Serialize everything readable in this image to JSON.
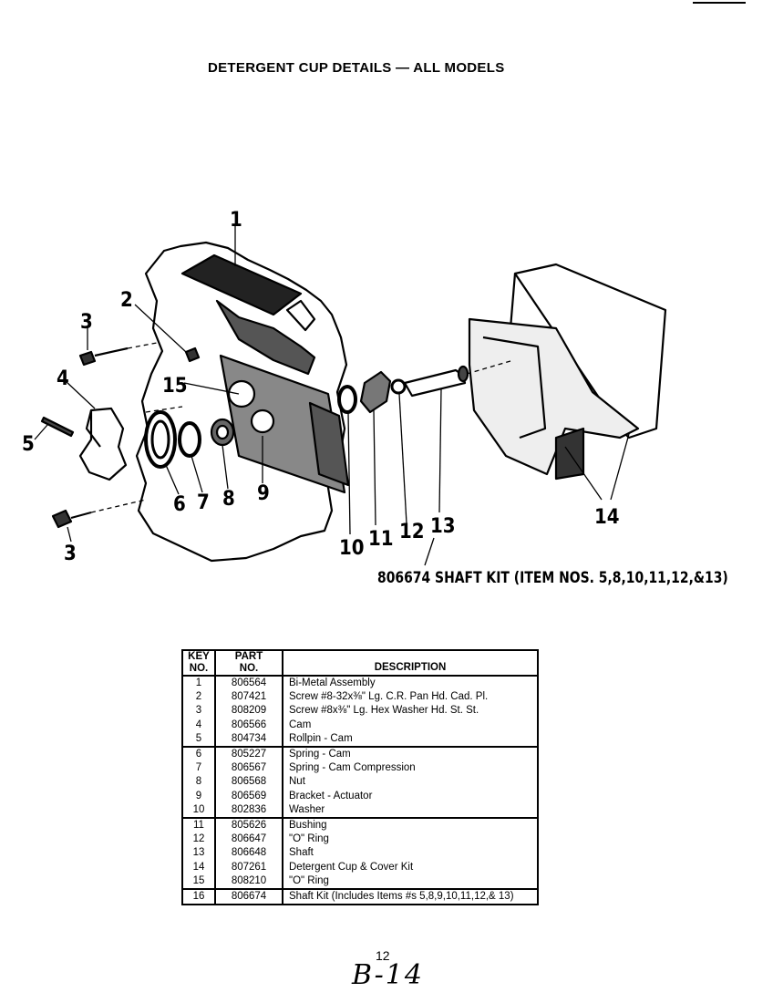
{
  "title": "DETERGENT CUP DETAILS — ALL MODELS",
  "callouts": [
    "1",
    "2",
    "3",
    "4",
    "5",
    "15",
    "6",
    "7",
    "8",
    "9",
    "10",
    "11",
    "12",
    "13",
    "14",
    "3"
  ],
  "kit_label": "806674 SHAFT KIT (ITEM NOS. 5,8,10,11,12,&13)",
  "table": {
    "headers": {
      "key_line1": "KEY",
      "key_line2": "NO.",
      "part_line1": "PART",
      "part_line2": "NO.",
      "description": "DESCRIPTION"
    },
    "rows": [
      {
        "key": "1",
        "part": "806564",
        "desc": "Bi-Metal Assembly"
      },
      {
        "key": "2",
        "part": "807421",
        "desc": "Screw #8-32x⅜\" Lg. C.R. Pan Hd. Cad. Pl."
      },
      {
        "key": "3",
        "part": "808209",
        "desc": "Screw #8x⅜\" Lg. Hex Washer Hd. St. St."
      },
      {
        "key": "4",
        "part": "806566",
        "desc": "Cam"
      },
      {
        "key": "5",
        "part": "804734",
        "desc": "Rollpin - Cam"
      },
      {
        "key": "6",
        "part": "805227",
        "desc": "Spring - Cam"
      },
      {
        "key": "7",
        "part": "806567",
        "desc": "Spring - Cam Compression"
      },
      {
        "key": "8",
        "part": "806568",
        "desc": "Nut"
      },
      {
        "key": "9",
        "part": "806569",
        "desc": "Bracket - Actuator"
      },
      {
        "key": "10",
        "part": "802836",
        "desc": "Washer"
      },
      {
        "key": "11",
        "part": "805626",
        "desc": "Bushing"
      },
      {
        "key": "12",
        "part": "806647",
        "desc": "\"O\" Ring"
      },
      {
        "key": "13",
        "part": "806648",
        "desc": "Shaft"
      },
      {
        "key": "14",
        "part": "807261",
        "desc": "Detergent Cup & Cover Kit"
      },
      {
        "key": "15",
        "part": "808210",
        "desc": "\"O\" Ring"
      },
      {
        "key": "16",
        "part": "806674",
        "desc": "Shaft Kit (Includes Items #s 5,8,9,10,11,12,& 13)"
      }
    ]
  },
  "page_number": "12",
  "handwritten_note": "B-14"
}
